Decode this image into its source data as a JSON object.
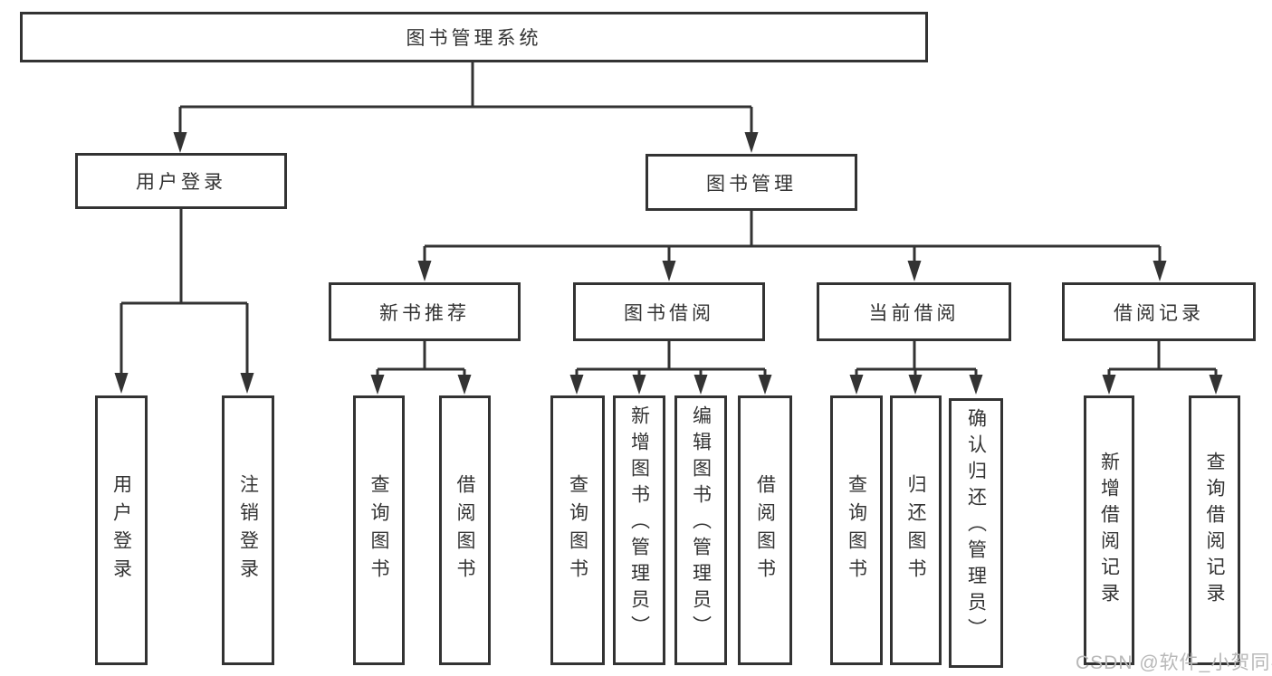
{
  "colors": {
    "line": "#333333",
    "text": "#333333",
    "background": "#ffffff",
    "watermark_color": "#b8b8b8"
  },
  "watermark": {
    "text": "CSDN @软件_小贺同学"
  },
  "tree": {
    "root": {
      "label": "图书管理系统"
    },
    "branches": [
      {
        "label": "用户登录",
        "children": [
          {
            "label": "用户登录"
          },
          {
            "label": "注销登录"
          }
        ]
      },
      {
        "label": "图书管理",
        "children": [
          {
            "label": "新书推荐",
            "children": [
              {
                "label": "查询图书"
              },
              {
                "label": "借阅图书"
              }
            ]
          },
          {
            "label": "图书借阅",
            "children": [
              {
                "label": "查询图书"
              },
              {
                "label": "新增图书（管理员）"
              },
              {
                "label": "编辑图书（管理员）"
              },
              {
                "label": "借阅图书"
              }
            ]
          },
          {
            "label": "当前借阅",
            "children": [
              {
                "label": "查询图书"
              },
              {
                "label": "归还图书"
              },
              {
                "label": "确认归还（管理员）"
              }
            ]
          },
          {
            "label": "借阅记录",
            "children": [
              {
                "label": "新增借阅记录"
              },
              {
                "label": "查询借阅记录"
              }
            ]
          }
        ]
      }
    ]
  }
}
